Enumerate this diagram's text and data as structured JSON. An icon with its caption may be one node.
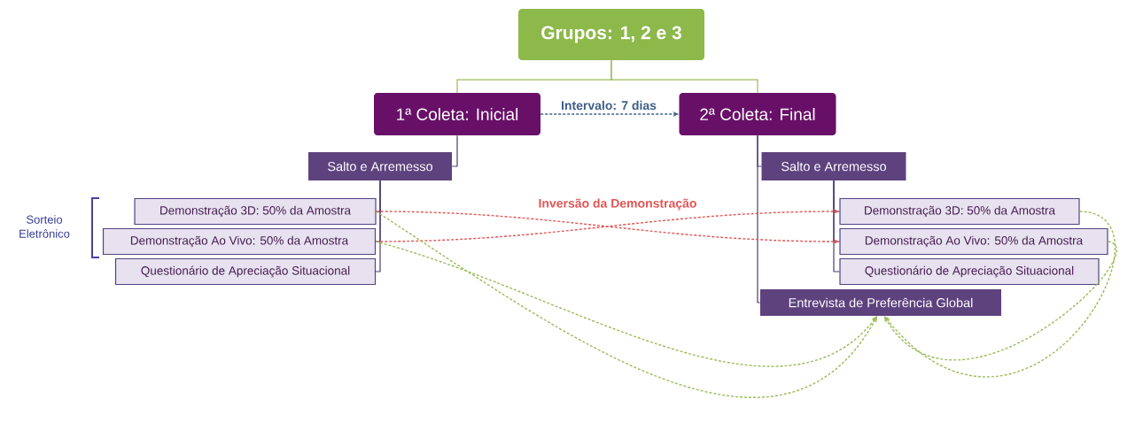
{
  "diagram": {
    "nodes": [
      {
        "text": [
          "Grupos: 1, 2 e 3"
        ]
      },
      {
        "text": [
          "1ª Coleta: Inicial"
        ]
      },
      {
        "text": [
          "2ª Coleta: Final"
        ]
      },
      {
        "text": [
          "Salto e Arremesso"
        ]
      },
      {
        "text": [
          "Demonstração 3D: 50% da Amostra"
        ]
      },
      {
        "text": [
          "Demonstração Ao Vivo: 50% da Amostra"
        ]
      },
      {
        "text": [
          "Questionário de Apreciação Situacional"
        ]
      },
      {
        "text": [
          "Salto e Arremesso"
        ]
      },
      {
        "text": [
          "Demonstração 3D: 50% da Amostra"
        ]
      },
      {
        "text": [
          "Demonstração Ao Vivo: 50% da Amostra"
        ]
      },
      {
        "text": [
          "Questionário de Apreciação Situacional"
        ]
      },
      {
        "text": [
          "Entrevista de Preferência Global"
        ]
      }
    ],
    "edges": [
      {
        "from": 0,
        "to": 1,
        "arrow": "none",
        "color": "#9bbb59"
      },
      {
        "from": 0,
        "to": 2,
        "arrow": "none",
        "color": "#9bbb59"
      },
      {
        "from": 1,
        "to": 2,
        "arrow": "to",
        "label": "Intervalo: 7 dias",
        "style": "dashed",
        "color": "#3f5f8a"
      },
      {
        "from": 1,
        "to": 3,
        "arrow": "none"
      },
      {
        "from": 3,
        "to": 4,
        "arrow": "none"
      },
      {
        "from": 3,
        "to": 5,
        "arrow": "none"
      },
      {
        "from": 3,
        "to": 6,
        "arrow": "none"
      },
      {
        "from": 2,
        "to": 7,
        "arrow": "none"
      },
      {
        "from": 2,
        "to": 11,
        "arrow": "none"
      },
      {
        "from": 7,
        "to": 8,
        "arrow": "none"
      },
      {
        "from": 7,
        "to": 9,
        "arrow": "none"
      },
      {
        "from": 7,
        "to": 10,
        "arrow": "none"
      },
      {
        "from": 4,
        "to": 9,
        "arrow": "to",
        "label": "Inversão da Demonstração",
        "style": "dashed",
        "color": "#e05555"
      },
      {
        "from": 5,
        "to": 8,
        "arrow": "to",
        "style": "dashed",
        "color": "#e05555"
      },
      {
        "from": 4,
        "to": 11,
        "arrow": "to",
        "style": "dashed",
        "color": "#9bbb59"
      },
      {
        "from": 5,
        "to": 11,
        "arrow": "to",
        "style": "dashed",
        "color": "#9bbb59"
      },
      {
        "from": 8,
        "to": 11,
        "arrow": "to",
        "style": "dashed",
        "color": "#9bbb59"
      },
      {
        "from": 9,
        "to": 11,
        "arrow": "to",
        "style": "dashed",
        "color": "#9bbb59"
      }
    ],
    "labels": [
      "Sorteio Eletrônico"
    ]
  }
}
